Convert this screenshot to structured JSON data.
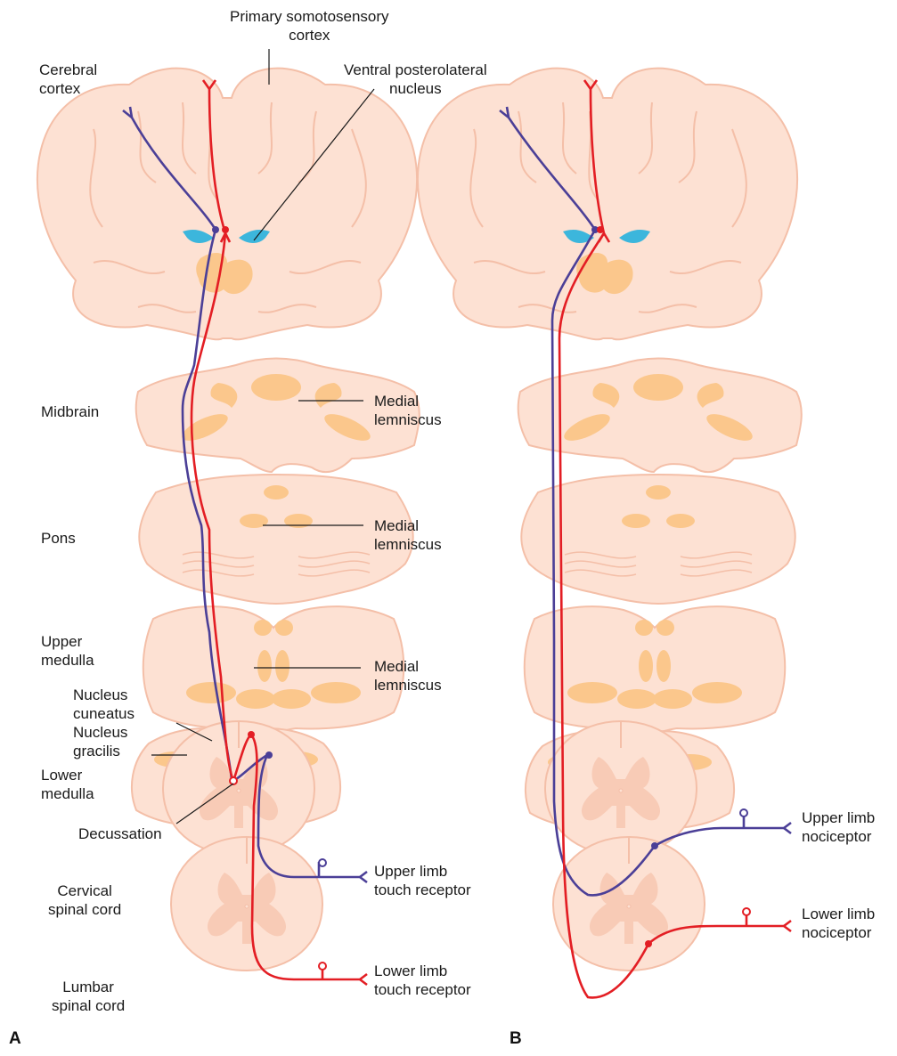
{
  "labels": {
    "primary_cortex": "Primary somotosensory\ncortex",
    "cerebral_cortex": "Cerebral\ncortex",
    "vpl": "Ventral posterolateral\nnucleus",
    "midbrain": "Midbrain",
    "pons": "Pons",
    "upper_medulla": "Upper\nmedulla",
    "nucleus_cuneatus": "Nucleus\ncuneatus",
    "nucleus_gracilis": "Nucleus\ngracilis",
    "lower_medulla": "Lower\nmedulla",
    "decussation": "Decussation",
    "cervical": "Cervical\nspinal cord",
    "lumbar": "Lumbar\nspinal cord",
    "medial_lemniscus_1": "Medial\nlemniscus",
    "medial_lemniscus_2": "Medial\nlemniscus",
    "medial_lemniscus_3": "Medial\nlemniscus",
    "upper_touch": "Upper limb\ntouch receptor",
    "lower_touch": "Lower limb\ntouch receptor",
    "upper_noci": "Upper limb\nnociceptor",
    "lower_noci": "Lower limb\nnociceptor"
  },
  "panels": {
    "a": "A",
    "b": "B"
  },
  "colors": {
    "tissue": "#fde1d3",
    "tissue_edge": "#f4bfa8",
    "gray_matter": "#f8cbb6",
    "nucleus": "#fbc78c",
    "ventricle": "#3cb6dc",
    "upper_limb_pathway": "#4b3f97",
    "lower_limb_pathway": "#e31e24"
  }
}
